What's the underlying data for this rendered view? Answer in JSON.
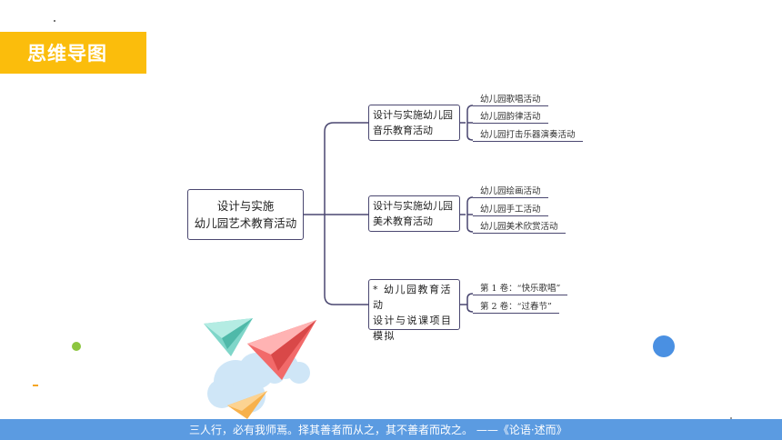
{
  "header": {
    "title": "思维导图"
  },
  "mindmap": {
    "root": {
      "line1": "设计与实施",
      "line2": "幼儿园艺术教育活动"
    },
    "branches": [
      {
        "line1": "设计与实施幼儿园",
        "line2": "音乐教育活动",
        "leaves": [
          "幼儿园歌唱活动",
          "幼儿园韵律活动",
          "幼儿园打击乐器演奏活动"
        ]
      },
      {
        "line1": "设计与实施幼儿园",
        "line2": "美术教育活动",
        "leaves": [
          "幼儿园绘画活动",
          "幼儿园手工活动",
          "幼儿园美术欣赏活动"
        ]
      },
      {
        "line1": "* 幼儿园教育活动",
        "line2": "设计与说课项目",
        "line3": "模拟",
        "leaves": [
          "第 1 卷：“快乐歌唱”",
          "第 2 卷：“过春节”"
        ]
      }
    ]
  },
  "footer": {
    "quote": "三人行，必有我师焉。择其善者而从之，其不善者而改之。  ——《论语·述而》"
  },
  "colors": {
    "title_bg": "#fbbd0c",
    "footer_bg": "#5b9be1",
    "connector": "#4a4770",
    "dot_green": "#8cc63f",
    "dot_blue": "#4a90e2"
  },
  "decorations": {
    "illustration": "paper-planes-and-clouds"
  }
}
